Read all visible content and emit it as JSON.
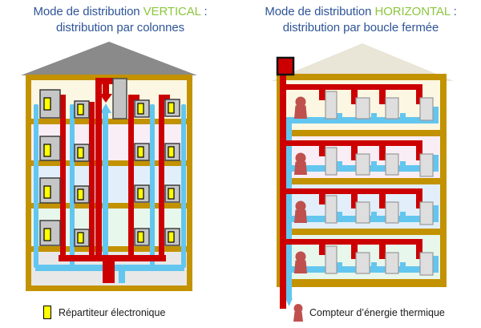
{
  "colors": {
    "title-blue": "#2F5597",
    "title-green": "#8CC63E",
    "text-black": "#1a1a1a",
    "wall": "#C39200",
    "roof-gray": "#8A8A8A",
    "roof-cream": "#E9E5D7",
    "pipe-red": "#CC0000",
    "pipe-blue": "#63C6EF",
    "floor-cream": "#FCF7E2",
    "floor-pink": "#FAEEF6",
    "floor-blue": "#E2EFFA",
    "floor-green": "#E8F7EC",
    "basement-gray": "#E8E8E8",
    "radiator-gray": "#C6C6C6",
    "radiator-light": "#DEDEDE",
    "repartiteur-yellow": "#FFFF00",
    "compteur-red": "#BF504D"
  },
  "panels": [
    {
      "id": "vertical",
      "title_prefix": "Mode de distribution",
      "title_highlight": "VERTICAL",
      "title_colon": ":",
      "title_line2": "distribution par colonnes",
      "legend": {
        "icon": "repartiteur-icon",
        "label": "Répartiteur électronique"
      }
    },
    {
      "id": "horizontal",
      "title_prefix": "Mode de distribution",
      "title_highlight": "HORIZONTAL",
      "title_colon": ":",
      "title_line2": "distribution par boucle fermée",
      "legend": {
        "icon": "compteur-icon",
        "label": "Compteur d’énergie thermique"
      }
    }
  ]
}
